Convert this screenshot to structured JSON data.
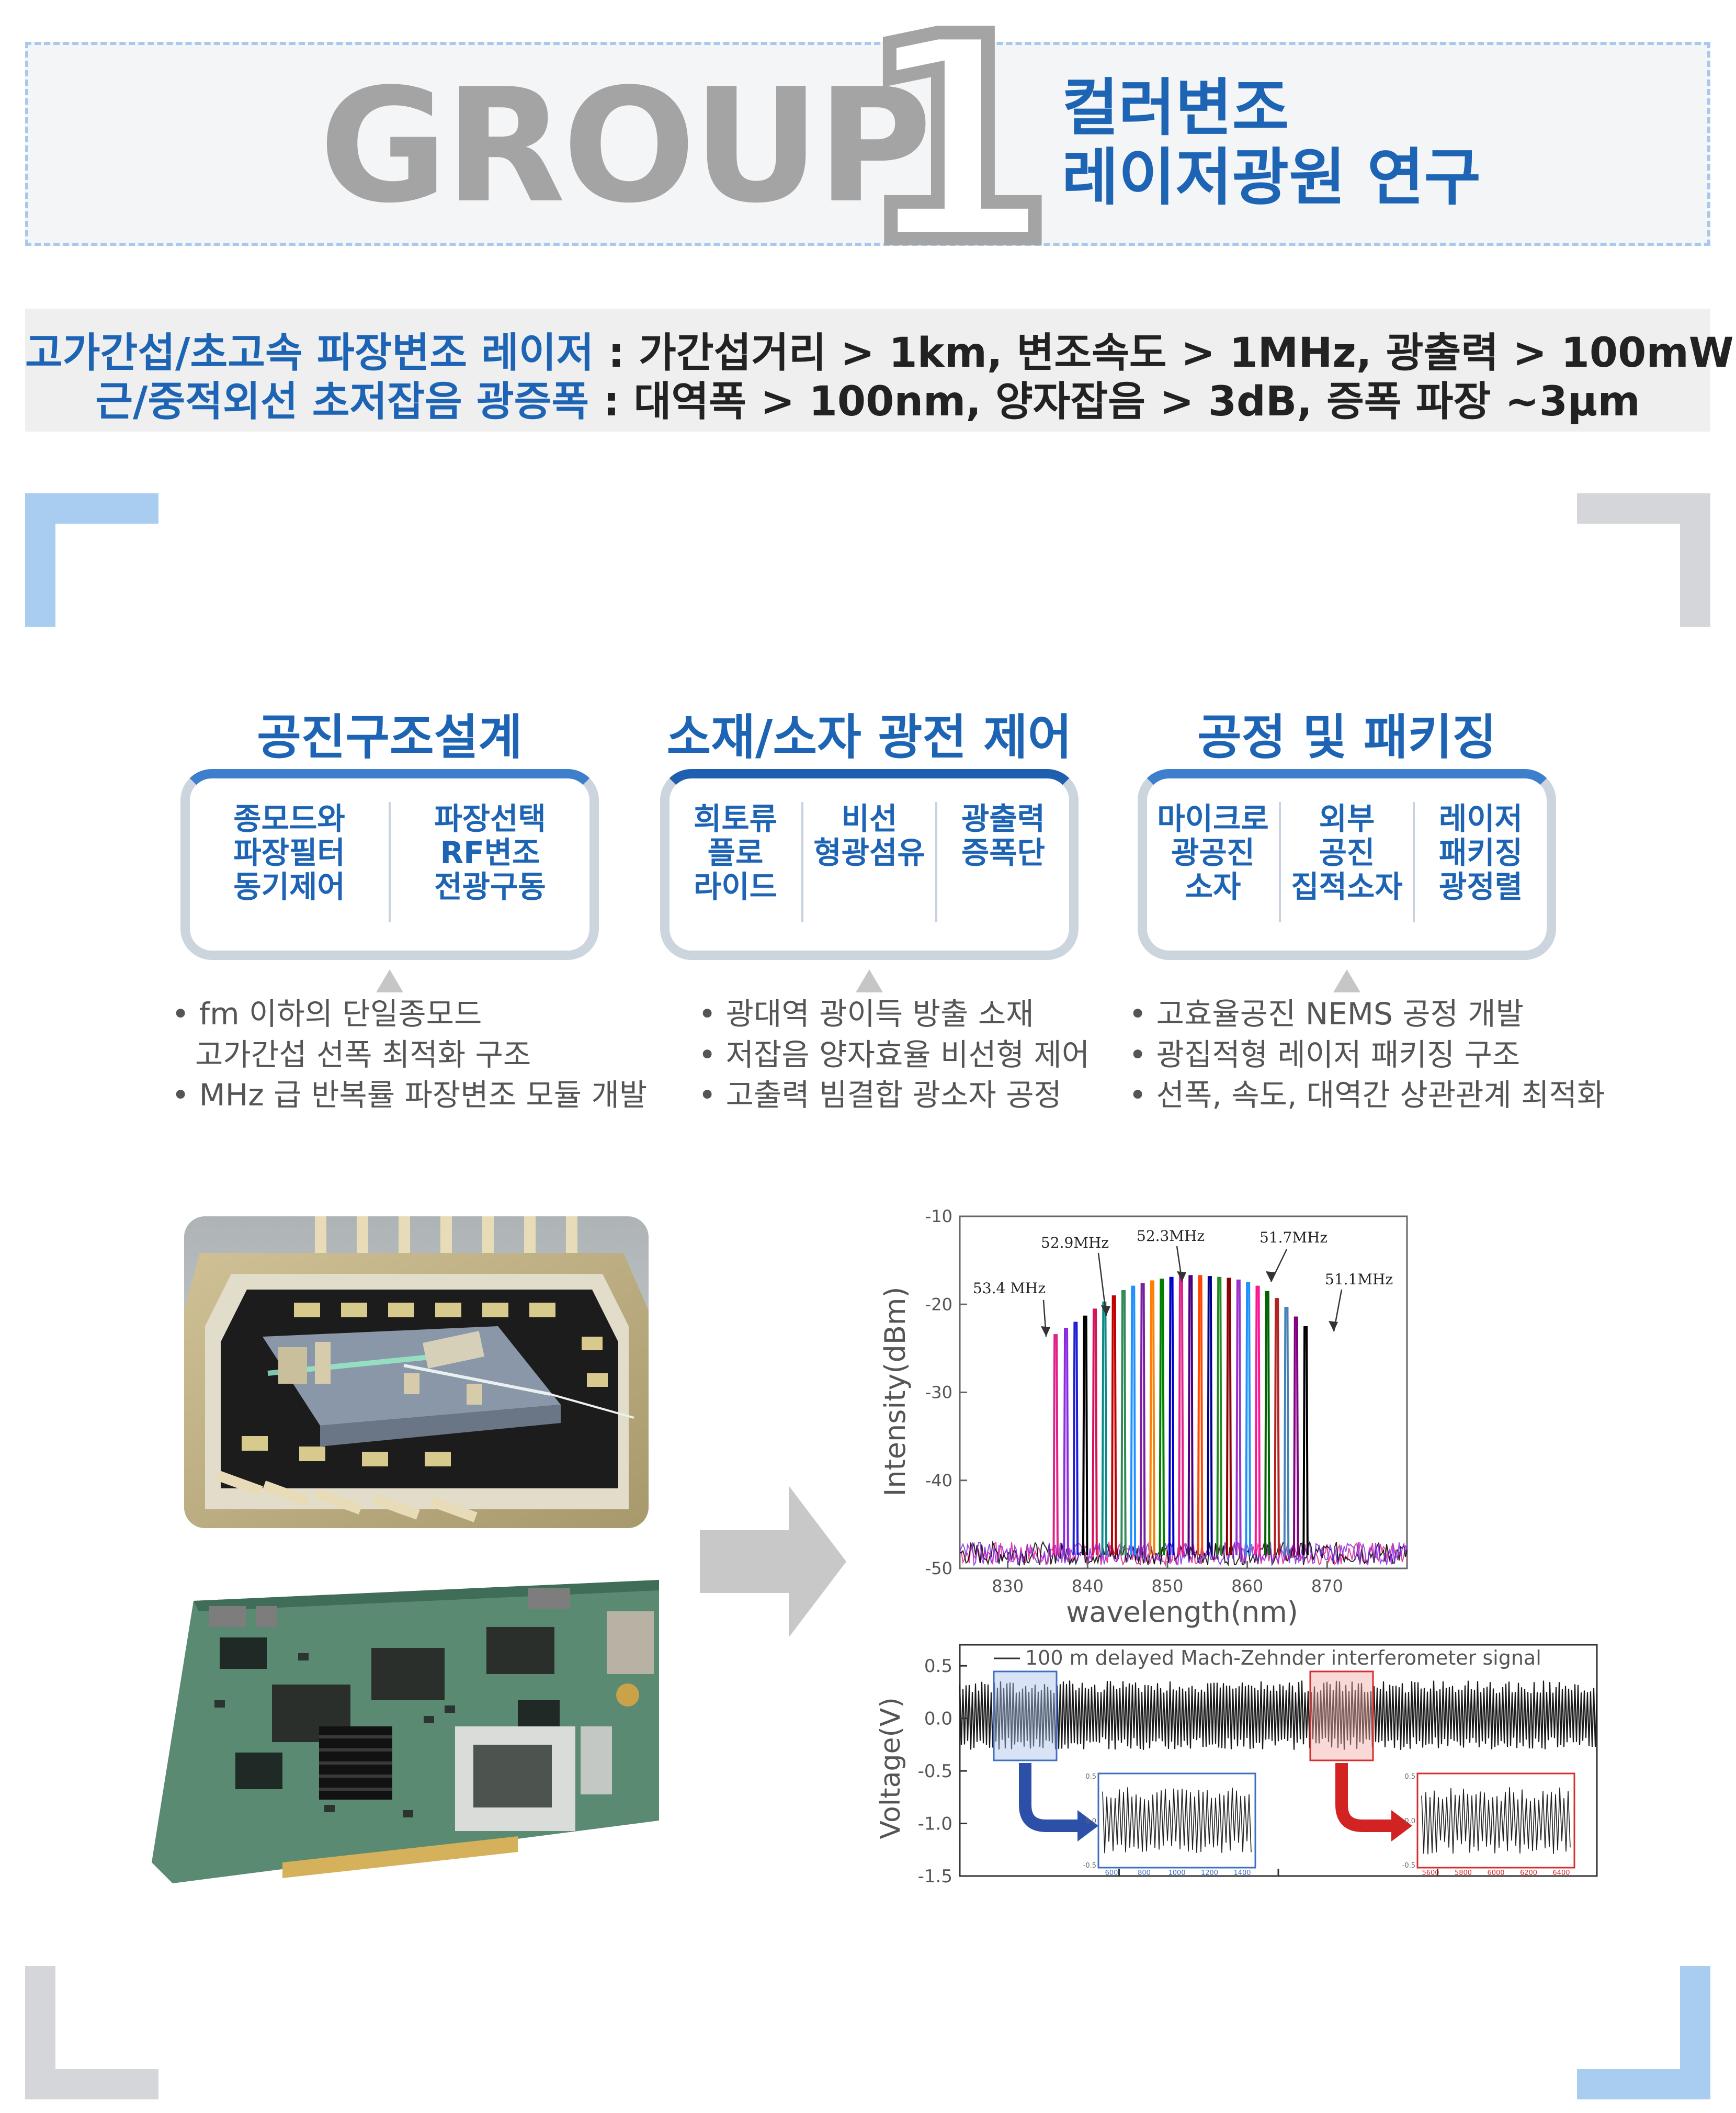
{
  "header": {
    "group_word": "GROUP",
    "group_number": "1",
    "title_line1": "컬러변조",
    "title_line2": "레이저광원 연구"
  },
  "specs": [
    {
      "label": "고가간섭/초고속 파장변조 레이저",
      "value": " : 가간섭거리 > 1km, 변조속도 > 1MHz, 광출력 > 100mW"
    },
    {
      "label": "근/중적외선 초저잡음 광증폭",
      "value": " : 대역폭 > 100nm, 양자잡음 > 3dB, 증폭 파장 ~3μm"
    }
  ],
  "categories": [
    {
      "title": "공진구조설계",
      "cells": [
        [
          "종모드와",
          "파장필터",
          "동기제어"
        ],
        [
          "파장선택",
          "RF변조",
          "전광구동"
        ]
      ],
      "bullets": [
        "• fm 이하의 단일종모드",
        "  고가간섭 선폭 최적화 구조",
        "• MHz 급 반복률 파장변조 모듈 개발"
      ]
    },
    {
      "title": "소재/소자 광전 제어",
      "cells": [
        [
          "희토류",
          "플로",
          "라이드"
        ],
        [
          "비선",
          "형광섬유"
        ],
        [
          "광출력",
          "증폭단"
        ]
      ],
      "bullets": [
        "• 광대역 광이득 방출 소재",
        "• 저잡음 양자효율 비선형 제어",
        "• 고출력 빔결합 광소자 공정"
      ]
    },
    {
      "title": "공정 및 패키징",
      "cells": [
        [
          "마이크로",
          "광공진",
          "소자"
        ],
        [
          "외부",
          "공진",
          "집적소자"
        ],
        [
          "레이저",
          "패키징",
          "광정렬"
        ]
      ],
      "bullets": [
        "• 고효율공진 NEMS 공정 개발",
        "• 광집적형 레이저 패키징 구조",
        "• 선폭, 속도, 대역간 상관관계 최적화"
      ]
    }
  ],
  "chart_data": [
    {
      "type": "line",
      "xlabel": "wavelength(nm)",
      "ylabel": "Intensity(dBm)",
      "xlim": [
        824,
        880
      ],
      "ylim": [
        -50,
        -10
      ],
      "xticks": [
        830,
        840,
        850,
        860,
        870
      ],
      "yticks": [
        -10,
        -20,
        -30,
        -40,
        -50
      ],
      "annotations": [
        {
          "text": "53.4 MHz",
          "x": 836.0
        },
        {
          "text": "52.9MHz",
          "x": 842.7
        },
        {
          "text": "52.3MHz",
          "x": 850.6
        },
        {
          "text": "51.7MHz",
          "x": 861.5
        },
        {
          "text": "51.1MHz",
          "x": 867.0
        }
      ],
      "peaks_x": [
        836.0,
        837.3,
        838.5,
        839.7,
        840.9,
        842.1,
        843.3,
        844.5,
        845.7,
        846.9,
        848.1,
        849.3,
        850.5,
        851.7,
        852.9,
        854.1,
        855.3,
        856.5,
        857.7,
        858.9,
        860.1,
        861.3,
        862.5,
        863.7,
        864.9,
        866.1,
        867.3
      ],
      "peaks_y": [
        -23.5,
        -22.8,
        -22.1,
        -21.4,
        -20.6,
        -19.8,
        -19.1,
        -18.5,
        -18.0,
        -17.7,
        -17.4,
        -17.2,
        -17.0,
        -16.9,
        -16.8,
        -16.8,
        -16.9,
        -17.0,
        -17.1,
        -17.3,
        -17.6,
        -18.0,
        -18.6,
        -19.4,
        -20.4,
        -21.5,
        -22.6
      ],
      "colors": [
        "#e0218a",
        "#8a2be2",
        "#1f1fd6",
        "#000000",
        "#d4145a",
        "#0a8a8a",
        "#c00000",
        "#2e8b57",
        "#1e90ff",
        "#7a1fa2",
        "#ff7f00",
        "#008000",
        "#0000cd",
        "#e0218a",
        "#4b0082",
        "#ff4500",
        "#00008b",
        "#228b22",
        "#8b0000",
        "#9932cc",
        "#1e90ff",
        "#ff1493",
        "#006400",
        "#b22222",
        "#4682b4",
        "#800080",
        "#000000"
      ]
    },
    {
      "type": "line",
      "ylabel": "Voltage(V)",
      "legend": "100 m delayed Mach-Zehnder interferometer signal",
      "ylim": [
        -1.5,
        0.7
      ],
      "yticks": [
        0.5,
        0.0,
        -0.5,
        -1.0,
        -1.5
      ],
      "ytick_labels": [
        "0.5",
        "0.0",
        "-0.5",
        "-1.0",
        "-1.5"
      ],
      "inset1_xticks": [
        "600",
        "800",
        "1000",
        "1200",
        "1400"
      ],
      "inset2_xticks": [
        "5600",
        "5800",
        "6000",
        "6200",
        "6400"
      ],
      "inset_yticks": [
        "0.5",
        "0.0",
        "-0.5"
      ]
    }
  ]
}
